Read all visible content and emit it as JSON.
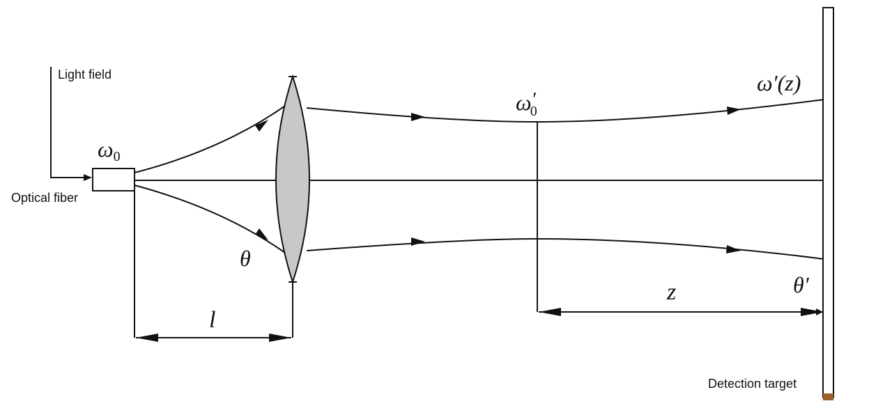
{
  "labels": {
    "light_field": "Light field",
    "optical_fiber": "Optical fiber",
    "detection_target": "Detection target"
  },
  "symbols": {
    "omega0_base": "ω",
    "omega0_sub": "0",
    "omega0_prime_base": "ω",
    "omega0_prime_mark": "′",
    "omega0_prime_sub": "0",
    "omega_prime_z": "ω′(z)",
    "theta": "θ",
    "theta_prime": "θ′",
    "l": "l",
    "z": "z"
  },
  "colors": {
    "line": "#111111",
    "lens_fill": "#c8c8c8",
    "target_tip": "#a0622a"
  }
}
